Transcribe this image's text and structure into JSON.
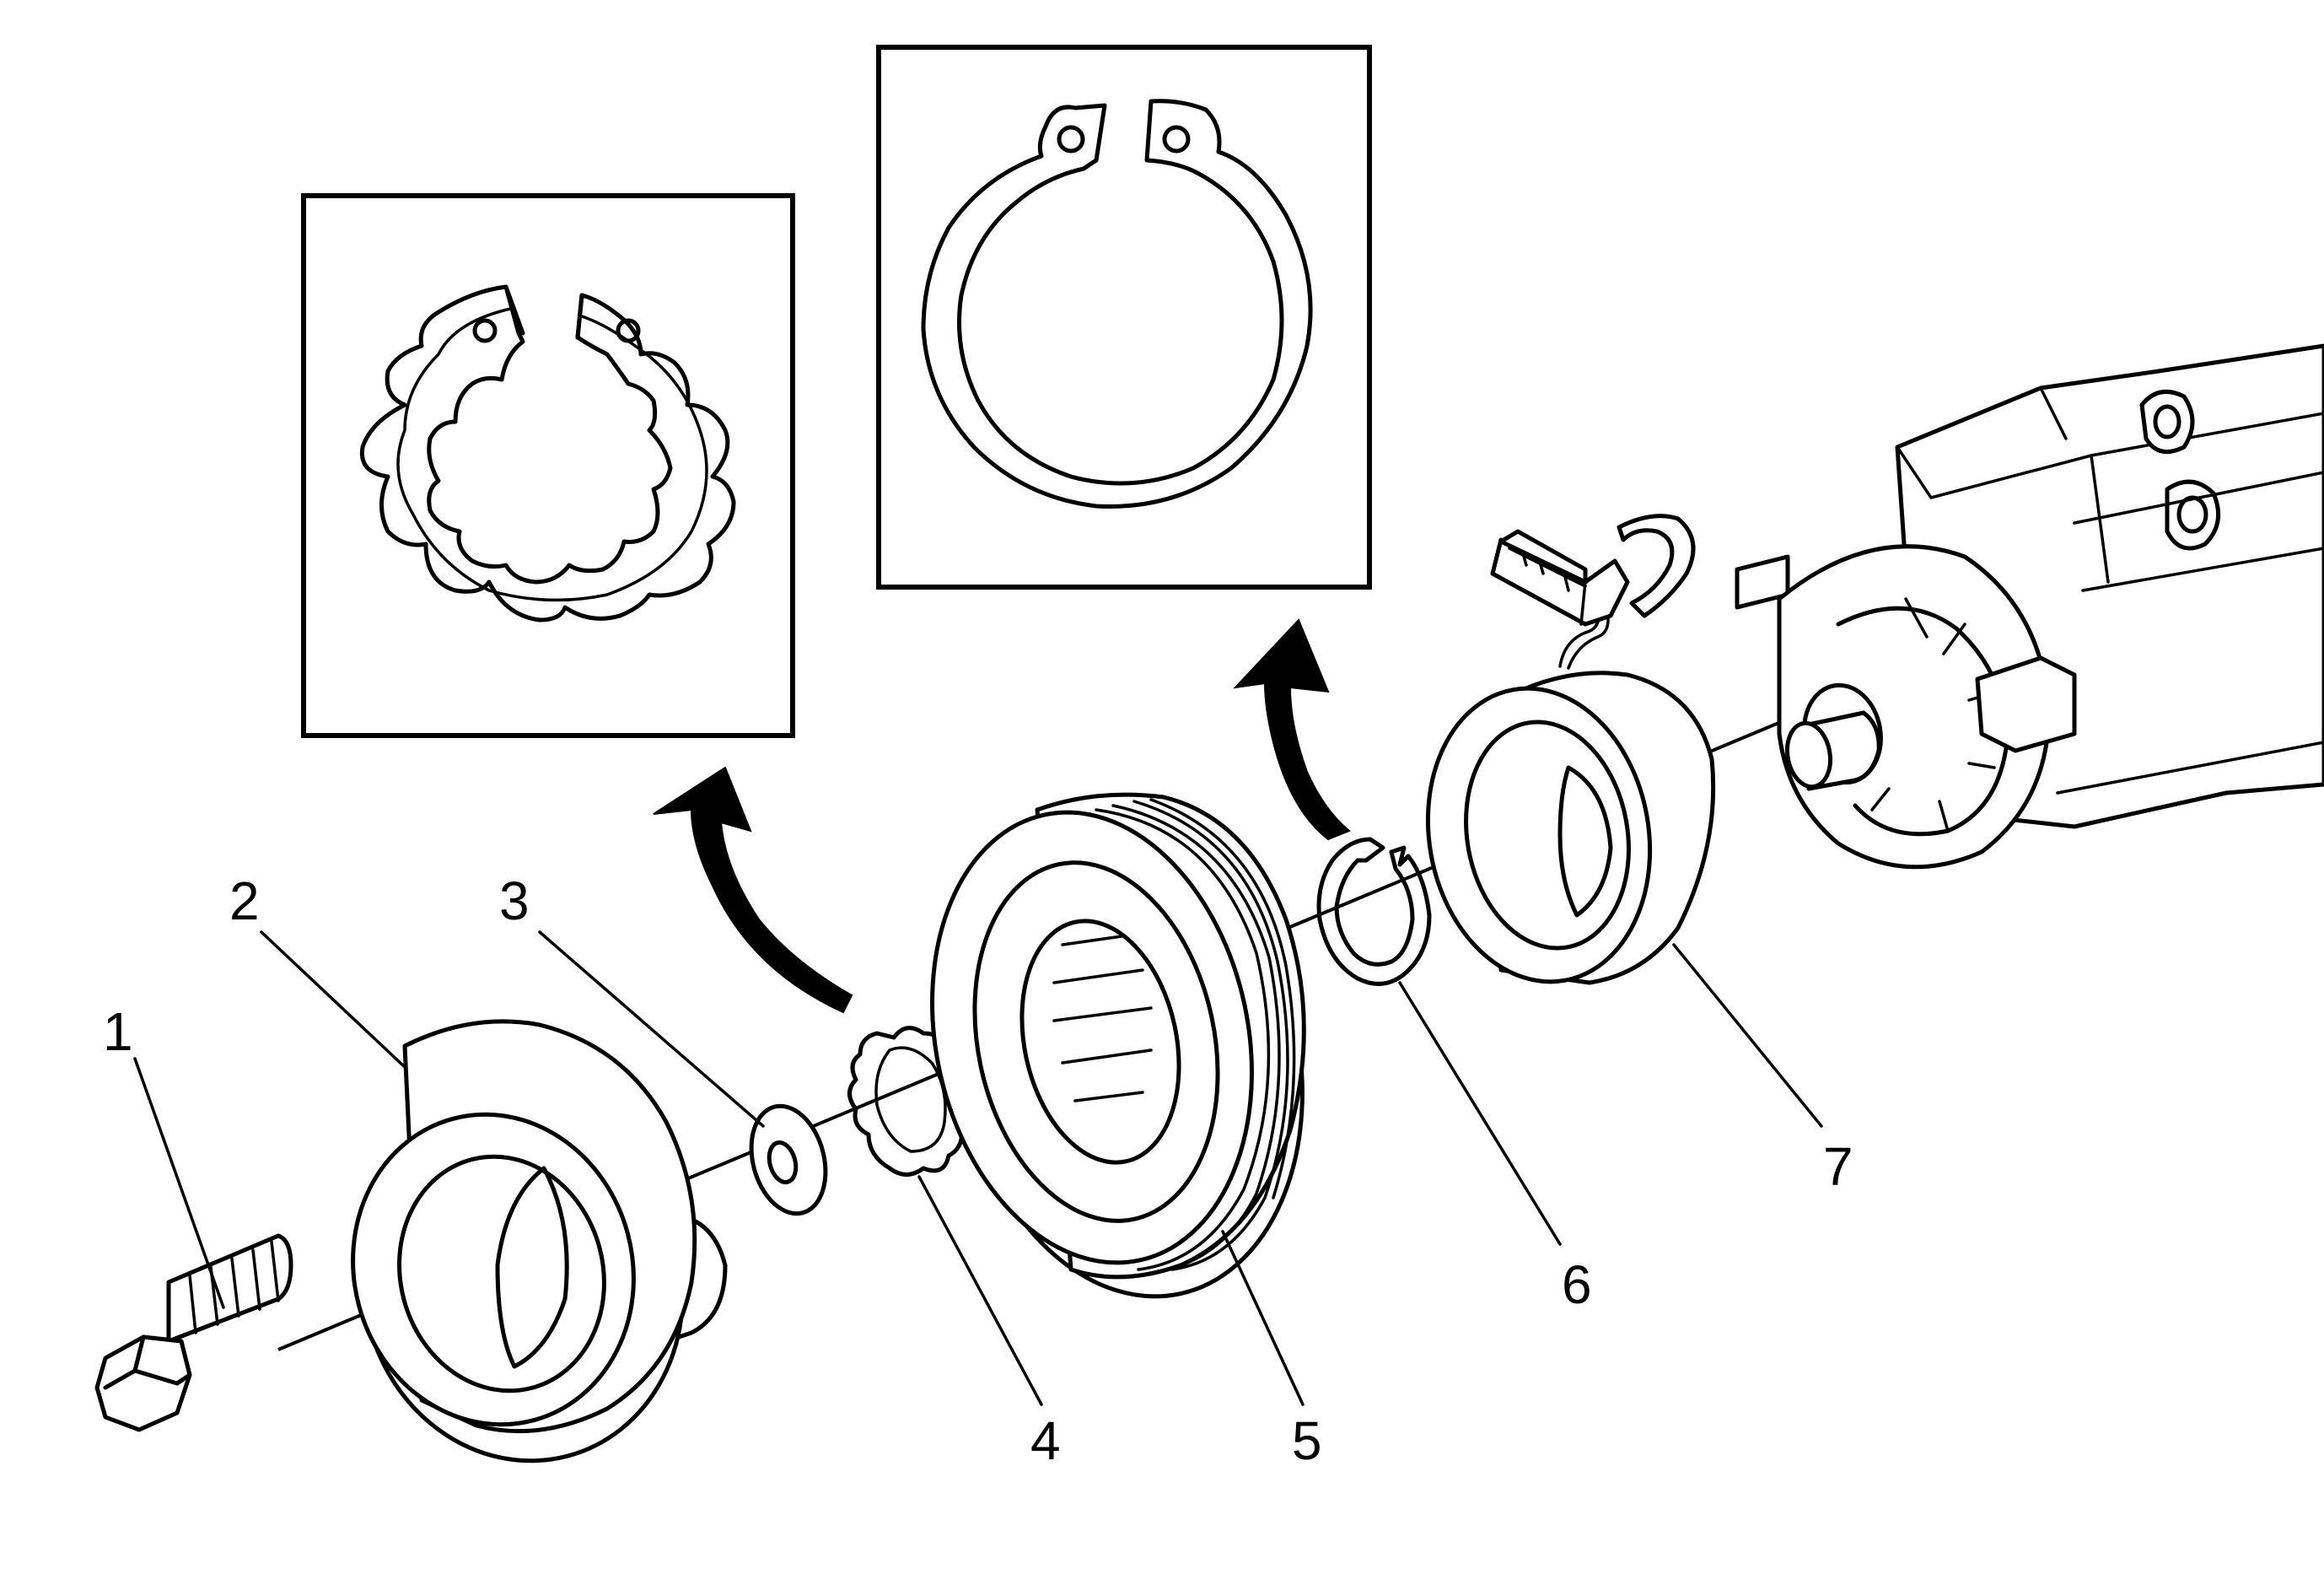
{
  "diagram": {
    "callouts": [
      {
        "id": "1",
        "text": "1"
      },
      {
        "id": "2",
        "text": "2"
      },
      {
        "id": "3",
        "text": "3"
      },
      {
        "id": "4",
        "text": "4"
      },
      {
        "id": "5",
        "text": "5"
      },
      {
        "id": "6",
        "text": "6"
      },
      {
        "id": "7",
        "text": "7"
      }
    ],
    "icons": {
      "bolt": "bolt-icon",
      "hub": "clutch-hub-icon",
      "shim": "shim-washer-icon",
      "retainer": "pulley-retainer-ring-icon",
      "pulley": "pulley-icon",
      "snap_ring": "snap-ring-icon",
      "coil": "clutch-coil-icon",
      "compressor": "compressor-icon",
      "arrow": "curved-arrow-icon"
    }
  }
}
